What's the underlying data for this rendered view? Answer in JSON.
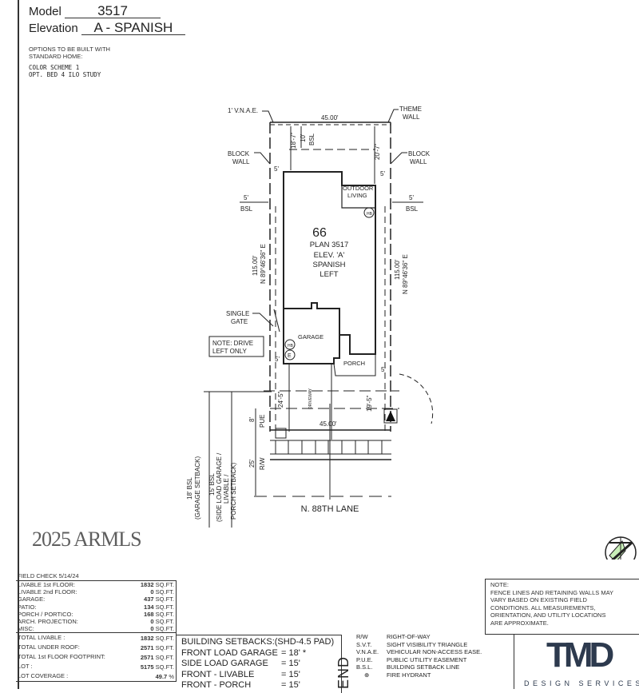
{
  "header": {
    "model_label": "Model",
    "model_value": "3517",
    "elevation_label": "Elevation",
    "elevation_value": "A - SPANISH",
    "options_heading_1": "OPTIONS TO BE BUILT WITH",
    "options_heading_2": "STANDARD HOME:",
    "options": [
      "COLOR SCHEME 1",
      "OPT. BED 4 ILO STUDY"
    ]
  },
  "plan": {
    "lot_number": "66",
    "plan_lines": [
      "PLAN 3517",
      "ELEV. 'A'",
      "SPANISH",
      "LEFT"
    ],
    "labels": {
      "vnae": "1' V.N.A.E.",
      "theme_wall_1": "THEME",
      "theme_wall_2": "WALL",
      "block_wall_1": "BLOCK",
      "block_wall_2": "WALL",
      "outdoor_1": "OUTDOOR",
      "outdoor_2": "LIVING",
      "bsl": "BSL",
      "five": "5'",
      "single_gate_1": "SINGLE",
      "single_gate_2": "GATE",
      "note_drive_1": "NOTE: DRIVE",
      "note_drive_2": "LEFT ONLY",
      "garage": "GARAGE",
      "porch": "PORCH",
      "hb": "HB",
      "e": "E",
      "width_top": "45.00'",
      "width_bottom": "45.00'",
      "dim_18_7": "18'-7\"",
      "dim_10": "10'",
      "dim_20_7": "20'-7\"",
      "side_left_1": "115.00'",
      "side_left_2": "N 89°46'36\" E",
      "side_right_1": "115.00'",
      "side_right_2": "N 89°46'36\" E",
      "dim_24_5": "24'-5\"",
      "dim_19_5": "19'-5\"",
      "driveway": "DRIVEWAY",
      "pue_8": "8'",
      "pue": "PUE",
      "rw_25": "25'",
      "rw": "R/W",
      "bsl18_1": "18' BSL",
      "bsl18_2": "(GARAGE SETBACK)",
      "bsl15_1": "15' BSL",
      "bsl15_2": "(SIDE LOAD GARAGE /",
      "bsl15_3": "LIVABLE /",
      "bsl15_4": "PORCH SETBACK)",
      "street": "N. 88TH LANE"
    }
  },
  "areas": {
    "field_check": "FIELD CHECK  5/14/24",
    "rows": [
      {
        "label": "LIVABLE 1st FLOOR:",
        "value": "1832",
        "unit": "SQ.FT."
      },
      {
        "label": "LIVABLE 2nd FLOOR:",
        "value": "0",
        "unit": "SQ.FT."
      },
      {
        "label": "GARAGE:",
        "value": "437",
        "unit": "SQ.FT."
      },
      {
        "label": "PATIO:",
        "value": "134",
        "unit": "SQ.FT."
      },
      {
        "label": "PORCH / PORTICO:",
        "value": "168",
        "unit": "SQ.FT."
      },
      {
        "label": "ARCH. PROJECTION:",
        "value": "0",
        "unit": "SQ.FT."
      },
      {
        "label": "MISC:",
        "value": "0",
        "unit": "SQ.FT."
      }
    ],
    "totals": [
      {
        "label": "TOTAL LIVABLE :",
        "value": "1832",
        "unit": "SQ.FT."
      },
      {
        "label": "TOTAL UNDER ROOF:",
        "value": "2571",
        "unit": "SQ.FT."
      },
      {
        "label": "TOTAL 1st FLOOR FOOTPRINT:",
        "value": "2571",
        "unit": "SQ.FT."
      },
      {
        "label": "LOT :",
        "value": "5175",
        "unit": "SQ.FT."
      },
      {
        "label": "LOT COVERAGE :",
        "value": "49.7",
        "unit": "%"
      }
    ]
  },
  "setbacks": {
    "title": "BUILDING SETBACKS:(SHD-4.5 PAD)",
    "rows": [
      {
        "label": "FRONT LOAD GARAGE",
        "value": "= 18' *"
      },
      {
        "label": "SIDE LOAD GARAGE",
        "value": "= 15'"
      },
      {
        "label": "FRONT - LIVABLE",
        "value": "= 15'"
      },
      {
        "label": "FRONT - PORCH",
        "value": "= 15'"
      }
    ]
  },
  "legend": {
    "title": "END",
    "rows": [
      {
        "abbr": "R/W",
        "desc": "RIGHT-OF-WAY"
      },
      {
        "abbr": "S.V.T.",
        "desc": "SIGHT VISIBILITY TRIANGLE"
      },
      {
        "abbr": "V.N.A.E.",
        "desc": "VEHICULAR NON-ACCESS EASE."
      },
      {
        "abbr": "P.U.E.",
        "desc": "PUBLIC UTILITY EASEMENT"
      },
      {
        "abbr": "B.S.L.",
        "desc": "BUILDING SETBACK LINE"
      },
      {
        "abbr": "fire-hydrant-icon",
        "desc": "FIRE HYDRANT"
      }
    ]
  },
  "note": {
    "title": "NOTE:",
    "text": [
      "FENCE LINES AND RETAINING WALLS MAY",
      "VARY BASED ON EXISTING FIELD",
      "CONDITIONS.  ALL MEASUREMENTS,",
      "ORIENTATION, AND UTILITY LOCATIONS",
      "ARE APPROXIMATE."
    ]
  },
  "logo": {
    "mark": "TMD",
    "subtitle": "DESIGN SERVICES",
    "color": "#2d3a4e",
    "accent": "#8a8f96"
  },
  "north_arrow": {
    "icon": "north-arrow-icon",
    "fill": "#c9f0b8"
  },
  "watermark": "2025 ARMLS"
}
